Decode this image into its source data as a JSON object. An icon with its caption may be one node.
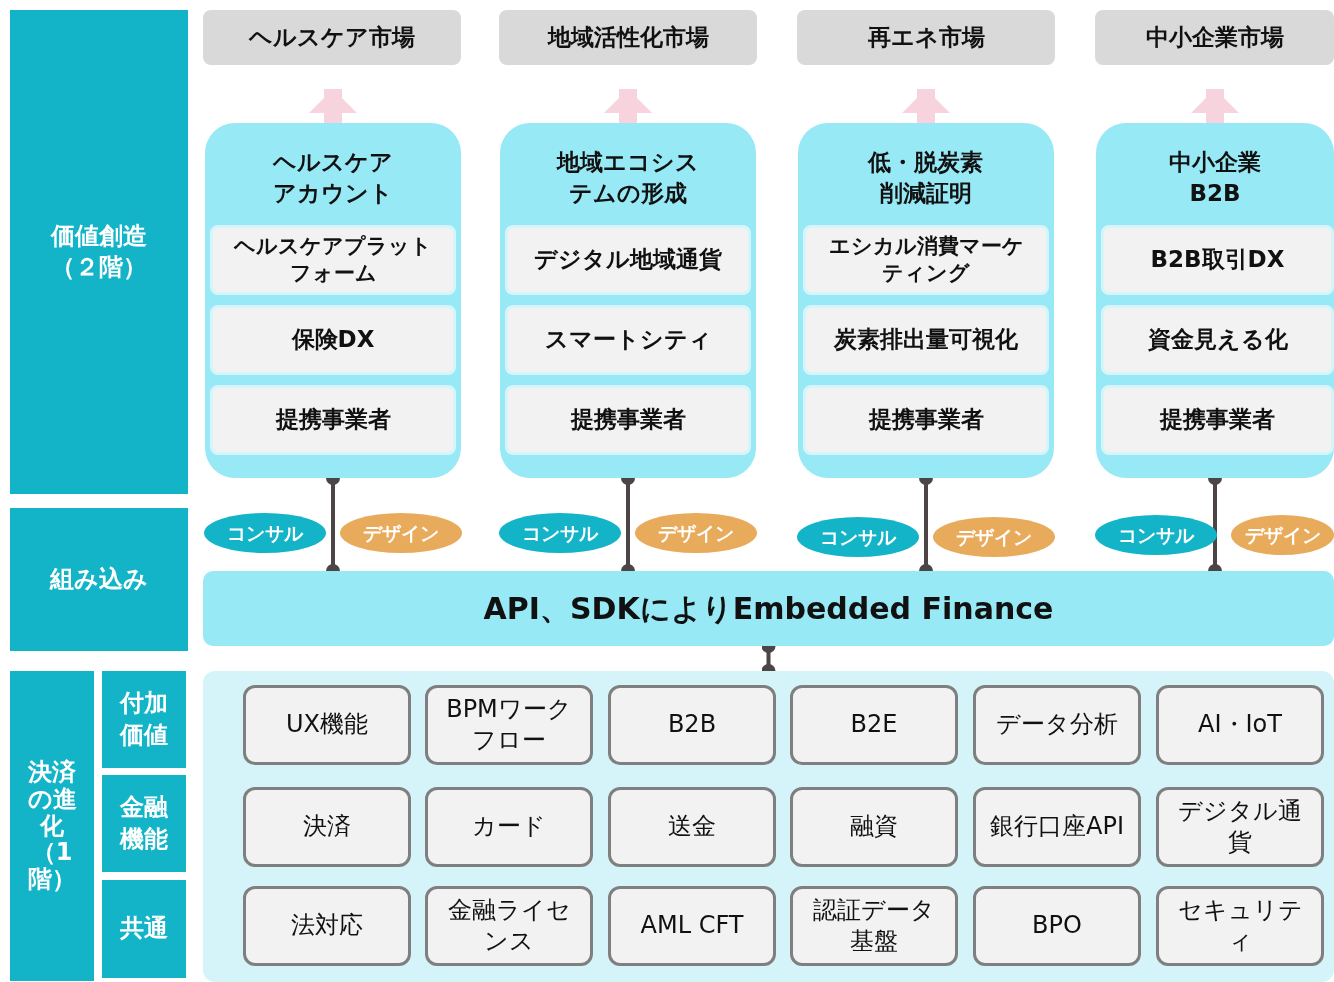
{
  "diagram": {
    "nodes": [
      {
        "text": [
          "価値創造（２階）"
        ]
      },
      {
        "text": [
          "ヘルスケア市場"
        ]
      },
      {
        "text": [
          "地域活性化市場"
        ]
      },
      {
        "text": [
          "再エネ市場"
        ]
      },
      {
        "text": [
          "中小企業市場"
        ]
      },
      {
        "text": [
          "ヘルスケアアカウント"
        ]
      },
      {
        "text": [
          "ヘルスケアプラットフォーム"
        ],
        "in": 5
      },
      {
        "text": [
          "保険DX"
        ],
        "in": 5
      },
      {
        "text": [
          "提携事業者"
        ],
        "in": 5
      },
      {
        "text": [
          "地域エコシステムの形成"
        ]
      },
      {
        "text": [
          "デジタル地域通貨"
        ],
        "in": 9
      },
      {
        "text": [
          "スマートシティ"
        ],
        "in": 9
      },
      {
        "text": [
          "提携事業者"
        ],
        "in": 9
      },
      {
        "text": [
          "低・脱炭素削減証明"
        ]
      },
      {
        "text": [
          "エシカル消費マーケティング"
        ],
        "in": 13
      },
      {
        "text": [
          "炭素排出量可視化"
        ],
        "in": 13
      },
      {
        "text": [
          "提携事業者"
        ],
        "in": 13
      },
      {
        "text": [
          "中小企業B2B"
        ]
      },
      {
        "text": [
          "B2B取引DX"
        ],
        "in": 17
      },
      {
        "text": [
          "資金見える化"
        ],
        "in": 17
      },
      {
        "text": [
          "提携事業者"
        ],
        "in": 17
      },
      {
        "text": [
          "組み込み"
        ]
      },
      {
        "text": [
          "コンサル"
        ]
      },
      {
        "text": [
          "デザイン"
        ]
      },
      {
        "text": [
          "コンサル"
        ]
      },
      {
        "text": [
          "デザイン"
        ]
      },
      {
        "text": [
          "コンサル"
        ]
      },
      {
        "text": [
          "デザイン"
        ]
      },
      {
        "text": [
          "コンサル"
        ]
      },
      {
        "text": [
          "デザイン"
        ]
      },
      {
        "text": [
          "API、SDKによりEmbedded Finance"
        ]
      },
      {
        "text": [
          "決済の進化（1階）"
        ]
      },
      {
        "text": [
          "付加価値"
        ]
      },
      {
        "text": [
          "金融機能"
        ]
      },
      {
        "text": [
          "共通"
        ]
      },
      {
        "text": [],
        "shape": "box"
      },
      {
        "text": [
          "UX機能"
        ],
        "in": 35
      },
      {
        "text": [
          "BPMワークフロー"
        ],
        "in": 35
      },
      {
        "text": [
          "B2B"
        ],
        "in": 35
      },
      {
        "text": [
          "B2E"
        ],
        "in": 35
      },
      {
        "text": [
          "データ分析"
        ],
        "in": 35
      },
      {
        "text": [
          "AI・IoT"
        ],
        "in": 35
      },
      {
        "text": [
          "決済"
        ],
        "in": 35
      },
      {
        "text": [
          "カード"
        ],
        "in": 35
      },
      {
        "text": [
          "送金"
        ],
        "in": 35
      },
      {
        "text": [
          "融資"
        ],
        "in": 35
      },
      {
        "text": [
          "銀行口座API"
        ],
        "in": 35
      },
      {
        "text": [
          "デジタル通貨"
        ],
        "in": 35
      },
      {
        "text": [
          "法対応"
        ],
        "in": 35
      },
      {
        "text": [
          "金融ライセンス"
        ],
        "in": 35
      },
      {
        "text": [
          "AML CFT"
        ],
        "in": 35
      },
      {
        "text": [
          "認証データ基盤"
        ],
        "in": 35
      },
      {
        "text": [
          "BPO"
        ],
        "in": 35
      },
      {
        "text": [
          "セキュリティ"
        ],
        "in": 35
      }
    ],
    "edges": [
      {
        "from": 5,
        "to": 1,
        "arrow": "to",
        "style": "thick",
        "color": "#f6d3dd"
      },
      {
        "from": 9,
        "to": 2,
        "arrow": "to",
        "style": "thick",
        "color": "#f6d3dd"
      },
      {
        "from": 13,
        "to": 3,
        "arrow": "to",
        "style": "thick",
        "color": "#f6d3dd"
      },
      {
        "from": 17,
        "to": 4,
        "arrow": "to",
        "style": "thick",
        "color": "#f6d3dd"
      },
      {
        "from": 5,
        "to": 30,
        "arrow": "other"
      },
      {
        "from": 9,
        "to": 30,
        "arrow": "other"
      },
      {
        "from": 13,
        "to": 30,
        "arrow": "other"
      },
      {
        "from": 17,
        "to": 30,
        "arrow": "other"
      },
      {
        "from": 30,
        "to": 35,
        "arrow": "other"
      }
    ]
  }
}
